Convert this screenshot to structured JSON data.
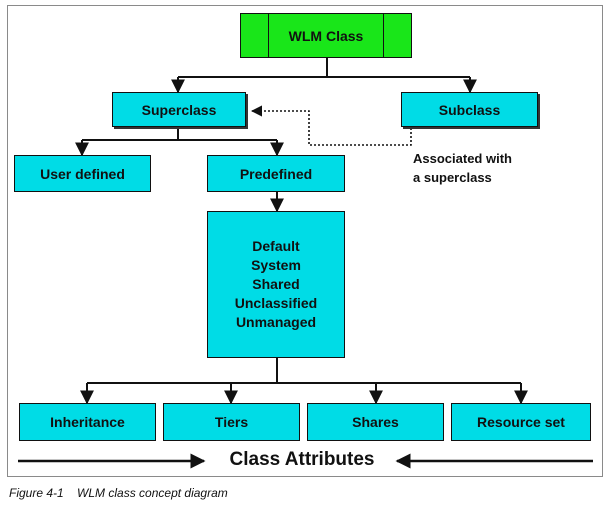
{
  "nodes": {
    "wlm_class": "WLM Class",
    "superclass": "Superclass",
    "subclass": "Subclass",
    "user_defined": "User defined",
    "predefined": "Predefined",
    "predefined_classes": [
      "Default",
      "System",
      "Shared",
      "Unclassified",
      "Unmanaged"
    ],
    "attributes": [
      "Inheritance",
      "Tiers",
      "Shares",
      "Resource set"
    ]
  },
  "annotation": {
    "line1": "Associated with",
    "line2": "a superclass"
  },
  "footer_label": "Class Attributes",
  "caption": {
    "number": "Figure 4-1",
    "text": "WLM class concept diagram"
  },
  "colors": {
    "box_fill": "#00dce6",
    "root_fill": "#19e619",
    "line": "#111111"
  }
}
